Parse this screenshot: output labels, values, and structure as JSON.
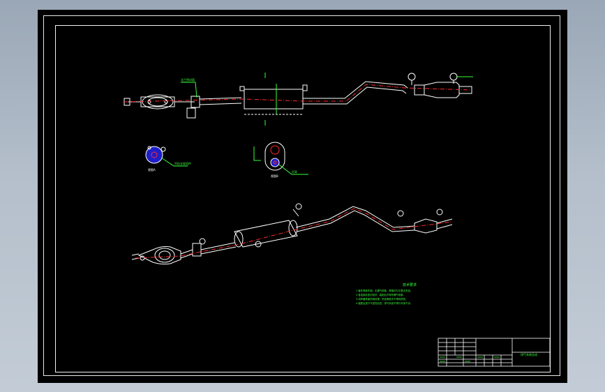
{
  "drawing": {
    "notes_heading": "技术要求",
    "notes": [
      "1.管件焊接牢固，无漏气现象，焊缝均匀平整无夹渣。",
      "2.各连接处密封良好，装配后不得有漏气现象。",
      "3.消声器表面防锈处理，吊挂橡胶件不得有损伤。",
      "4.装配后进行气密性检查，排气系统不得与车身干涉。"
    ],
    "view_labels": [
      "视图A",
      "视图B"
    ],
    "callout_labels": [
      "吊挂支架组件",
      "法兰密封面",
      "吊耳"
    ],
    "title_block": {
      "drawing_title": "排气系统总成"
    }
  },
  "colors": {
    "background": "#000000",
    "line_white": "#ffffff",
    "center_red": "#ff2a2a",
    "annotation_green": "#39ff39",
    "fill_blue": "#1e1ec8",
    "frame_gray": "#b4bfcb"
  }
}
